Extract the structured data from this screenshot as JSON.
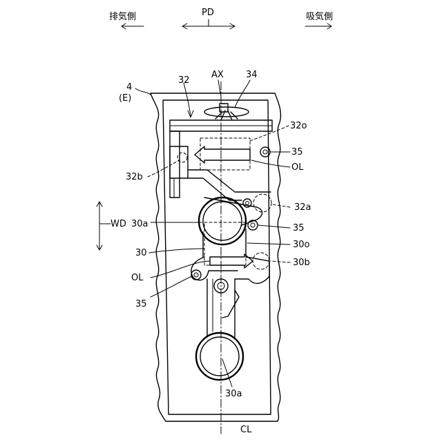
{
  "labels": {
    "exhaust_side": "排気側",
    "pd": "PD",
    "intake_side": "吸気側",
    "ref_4": "4",
    "ref_e": "(E)",
    "ref_32": "32",
    "ref_ax": "AX",
    "ref_34": "34",
    "ref_32o": "32o",
    "ref_35_top": "35",
    "ref_ol_top": "OL",
    "ref_32b": "32b",
    "ref_32a": "32a",
    "ref_wd": "WD",
    "ref_30a_top": "30a",
    "ref_35_mid": "35",
    "ref_30": "30",
    "ref_30o": "30o",
    "ref_ol_bottom": "OL",
    "ref_30b": "30b",
    "ref_35_bottom": "35",
    "ref_30a_bottom": "30a",
    "ref_cl": "CL"
  }
}
